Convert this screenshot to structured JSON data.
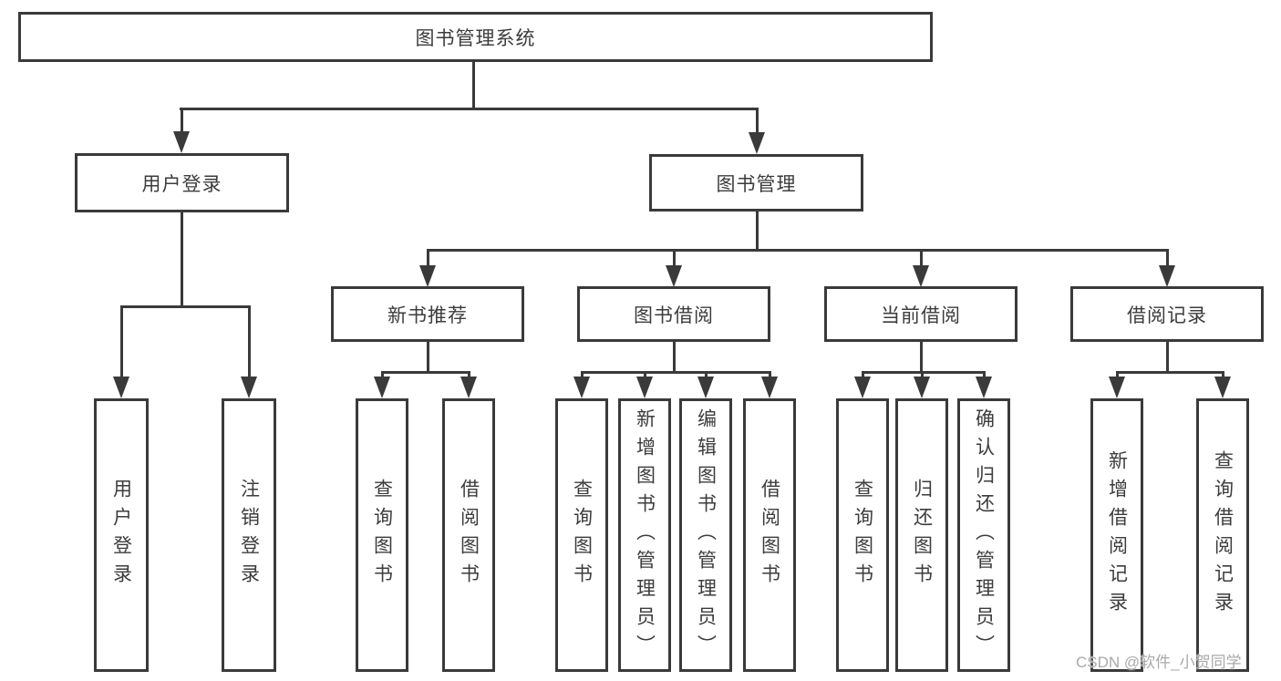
{
  "diagram": {
    "root": {
      "label": "图书管理系统"
    },
    "level2": [
      {
        "label": "用户登录"
      },
      {
        "label": "图书管理"
      }
    ],
    "level3": [
      {
        "label": "新书推荐"
      },
      {
        "label": "图书借阅"
      },
      {
        "label": "当前借阅"
      },
      {
        "label": "借阅记录"
      }
    ],
    "leaves": {
      "user_login": [
        "用户登录",
        "注销登录"
      ],
      "new_book_recommend": [
        "查询图书",
        "借阅图书"
      ],
      "book_borrow": [
        "查询图书",
        "新增图书（管理员）",
        "编辑图书（管理员）",
        "借阅图书"
      ],
      "current_borrow": [
        "查询图书",
        "归还图书",
        "确认归还（管理员）"
      ],
      "borrow_records": [
        "新增借阅记录",
        "查询借阅记录"
      ]
    }
  },
  "watermark": {
    "text": "CSDN @软件_小贺同学"
  },
  "colors": {
    "line": "#3a3a3a",
    "text": "#3c3c3c",
    "background": "#ffffff",
    "watermark": "#a9a9a9"
  }
}
